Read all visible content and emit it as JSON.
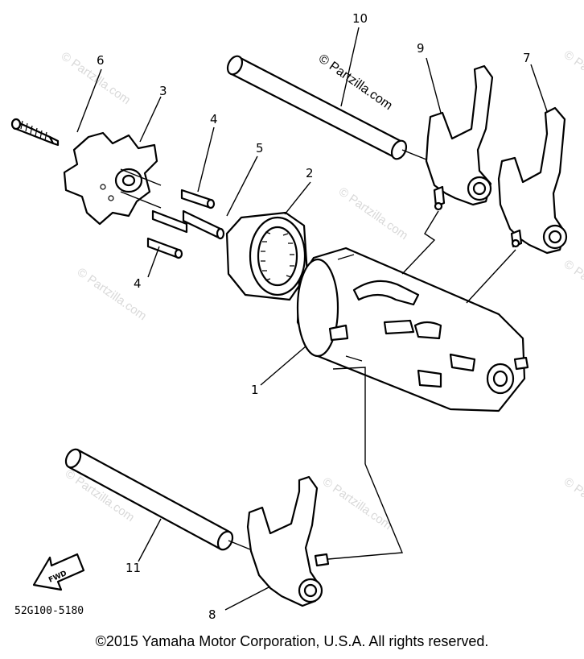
{
  "diagram": {
    "callouts": {
      "c1": "1",
      "c2": "2",
      "c3": "3",
      "c4a": "4",
      "c4b": "4",
      "c5": "5",
      "c6": "6",
      "c7": "7",
      "c8": "8",
      "c9": "9",
      "c10": "10",
      "c11": "11"
    },
    "part_code": "52G100-5180",
    "fwd_label": "FWD",
    "watermark_text": "© Partzilla.com"
  },
  "footer": {
    "copyright": "©2015 Yamaha Motor Corporation, U.S.A. All rights reserved."
  }
}
